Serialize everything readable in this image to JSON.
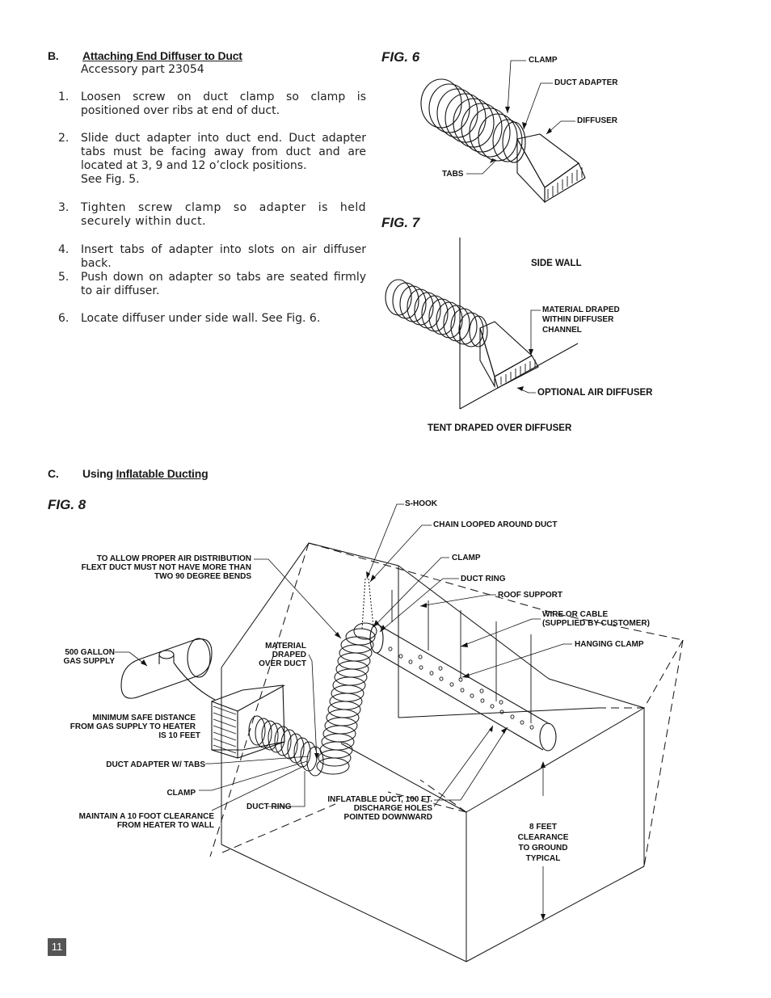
{
  "section_b": {
    "letter": "B.",
    "title": "Attaching End Diffuser to Duct",
    "subtitle": "Accessory part 23054",
    "steps": [
      {
        "num": "1.",
        "text": "Loosen screw on duct clamp so clamp is positioned over ribs at end of duct."
      },
      {
        "num": "2.",
        "text": "Slide duct adapter into duct end. Duct adapter tabs must be facing away from duct and are located at 3, 9 and 12 o’clock positions."
      },
      {
        "num": "3.",
        "text": "Tighten screw clamp so adapter is held securely within duct."
      },
      {
        "num": "4.",
        "text": "Insert tabs of adapter into slots on air diffuser back."
      },
      {
        "num": "5.",
        "text": "Push down on adapter so tabs are seated firmly to air diffuser."
      },
      {
        "num": "6.",
        "text": "Locate diffuser under side wall.  See Fig. 6."
      }
    ],
    "step2_ref": "See Fig. 5."
  },
  "section_c": {
    "letter": "C.",
    "title_plain": "Using ",
    "title_underlined": "Inflatable Ducting"
  },
  "fig6": {
    "title": "FIG. 6",
    "labels": {
      "clamp": "CLAMP",
      "duct_adapter": "DUCT ADAPTER",
      "diffuser": "DIFFUSER",
      "tabs": "TABS"
    }
  },
  "fig7": {
    "title": "FIG. 7",
    "labels": {
      "side_wall": "SIDE WALL",
      "material_1": "MATERIAL DRAPED",
      "material_2": "WITHIN DIFFUSER",
      "material_3": "CHANNEL",
      "optional": "OPTIONAL AIR DIFFUSER",
      "tent": "TENT DRAPED OVER DIFFUSER"
    }
  },
  "fig8": {
    "title": "FIG. 8",
    "labels": {
      "s_hook": "S-HOOK",
      "chain": "CHAIN LOOPED AROUND DUCT",
      "clamp_top": "CLAMP",
      "duct_ring_top": "DUCT RING",
      "roof_support": "ROOF SUPPORT",
      "wire_1": "WIRE OR CABLE",
      "wire_2": "(SUPPLIED BY CUSTOMER)",
      "hanging_clamp": "HANGING CLAMP",
      "proper_1": "TO ALLOW PROPER AIR DISTRIBUTION",
      "proper_2": "FLEXT DUCT MUST NOT HAVE MORE THAN",
      "proper_3": "TWO 90 DEGREE BENDS",
      "gas_1": "500 GALLON",
      "gas_2": "GAS SUPPLY",
      "material_1": "MATERIAL",
      "material_2": "DRAPED",
      "material_3": "OVER DUCT",
      "safe_1": "MINIMUM SAFE DISTANCE",
      "safe_2": "FROM GAS SUPPLY TO HEATER",
      "safe_3": "IS 10 FEET",
      "adapter_tabs": "DUCT ADAPTER W/ TABS",
      "clamp_bottom": "CLAMP",
      "maintain_1": "MAINTAIN A 10 FOOT CLEARANCE",
      "maintain_2": "FROM HEATER TO WALL",
      "duct_ring_bottom": "DUCT RING",
      "inflatable_1": "INFLATABLE DUCT, 100 FT.",
      "inflatable_2": "DISCHARGE HOLES",
      "inflatable_3": "POINTED DOWNWARD",
      "clear_1": "8 FEET",
      "clear_2": "CLEARANCE",
      "clear_3": "TO GROUND",
      "clear_4": "TYPICAL"
    }
  },
  "page_number": "11"
}
